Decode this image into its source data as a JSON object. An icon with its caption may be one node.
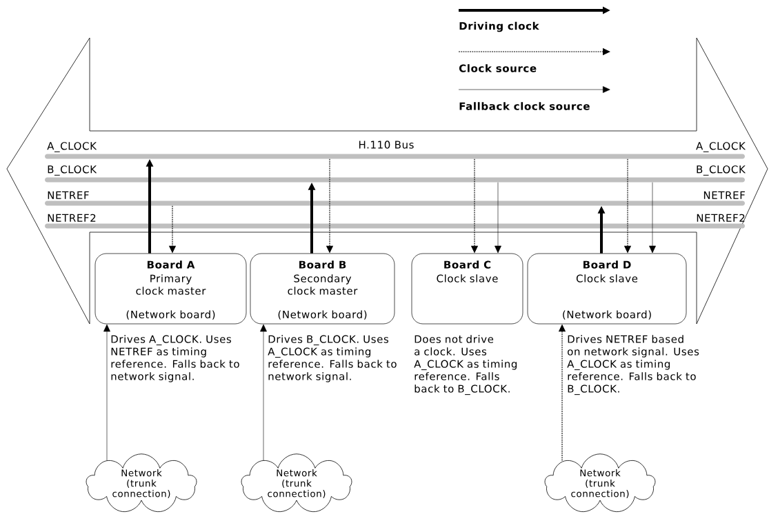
{
  "diagram": {
    "nodes": [
      {
        "text": [
          "H.110 Bus"
        ]
      },
      {
        "text": [
          "A_CLOCK",
          "A_CLOCK"
        ],
        "in": 0
      },
      {
        "text": [
          "B_CLOCK",
          "B_CLOCK"
        ],
        "in": 0
      },
      {
        "text": [
          "NETREF",
          "NETREF"
        ],
        "in": 0
      },
      {
        "text": [
          "NETREF2",
          "NETREF2"
        ],
        "in": 0
      },
      {
        "text": [
          "Board A",
          "Primary clock master",
          "(Network board)"
        ],
        "beside": [
          "Drives A_CLOCK. Uses NETREF as timing reference. Falls back to network signal."
        ]
      },
      {
        "text": [
          "Board B",
          "Secondary clock master",
          "(Network board)"
        ],
        "beside": [
          "Drives B_CLOCK. Uses A_CLOCK as timing reference. Falls back to network signal."
        ]
      },
      {
        "text": [
          "Board C",
          "Clock slave"
        ],
        "beside": [
          "Does not drive a clock. Uses A_CLOCK as timing reference. Falls back to B_CLOCK."
        ]
      },
      {
        "text": [
          "Board D",
          "Clock slave",
          "(Network board)"
        ],
        "beside": [
          "Drives NETREF based on network signal. Uses A_CLOCK as timing reference. Falls back to B_CLOCK."
        ]
      },
      {
        "text": [
          "Network (trunk connection)"
        ]
      },
      {
        "text": [
          "Network (trunk connection)"
        ]
      },
      {
        "text": [
          "Network (trunk connection)"
        ]
      }
    ],
    "edges": [
      {
        "from": 5,
        "to": 1,
        "arrow": "to",
        "style": "thick"
      },
      {
        "from": 3,
        "to": 5,
        "arrow": "to",
        "style": "dashed"
      },
      {
        "from": 9,
        "to": 5,
        "arrow": "to"
      },
      {
        "from": 6,
        "to": 2,
        "arrow": "to",
        "style": "thick"
      },
      {
        "from": 1,
        "to": 6,
        "arrow": "to",
        "style": "dashed"
      },
      {
        "from": 10,
        "to": 6,
        "arrow": "to"
      },
      {
        "from": 1,
        "to": 7,
        "arrow": "to",
        "style": "dashed"
      },
      {
        "from": 2,
        "to": 7,
        "arrow": "to"
      },
      {
        "from": 8,
        "to": 3,
        "arrow": "to",
        "style": "thick"
      },
      {
        "from": 1,
        "to": 8,
        "arrow": "to",
        "style": "dashed"
      },
      {
        "from": 2,
        "to": 8,
        "arrow": "to"
      },
      {
        "from": 11,
        "to": 8,
        "arrow": "to",
        "style": "dashed"
      }
    ],
    "legend": [
      {
        "text": "Driving clock"
      },
      {
        "text": "Clock source"
      },
      {
        "text": "Fallback clock source"
      }
    ]
  }
}
